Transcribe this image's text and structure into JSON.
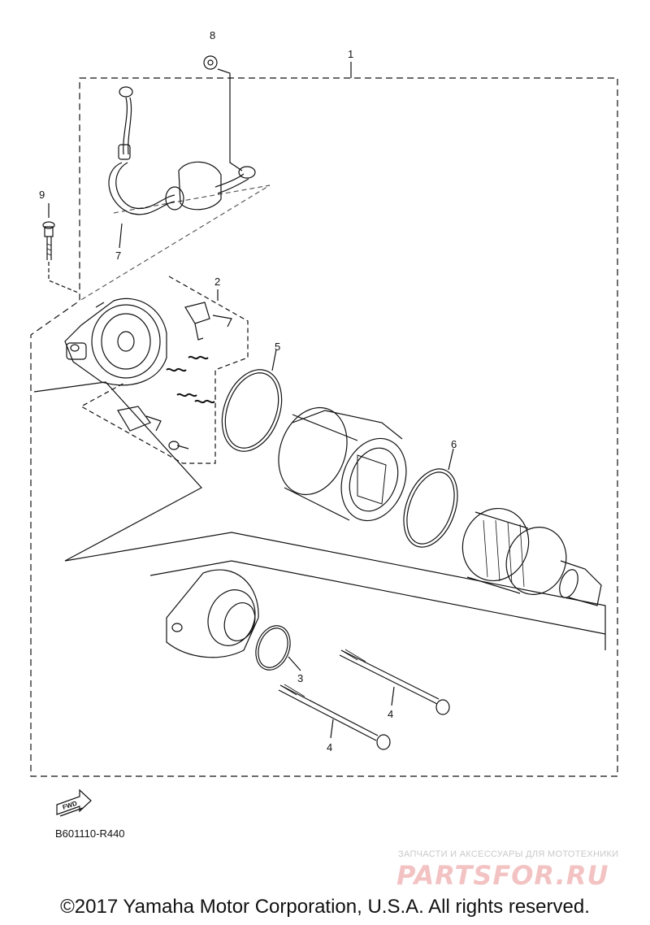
{
  "callouts": {
    "c1": "1",
    "c2": "2",
    "c3": "3",
    "c4a": "4",
    "c4b": "4",
    "c5": "5",
    "c6": "6",
    "c7": "7",
    "c8": "8",
    "c9": "9"
  },
  "fwd_label": "FWD",
  "diagram_code": "B601110-R440",
  "watermark": {
    "tagline": "ЗАПЧАСТИ И АКСЕССУАРЫ ДЛЯ МОТОТЕХНИКИ",
    "logo": "PARTSFOR.RU"
  },
  "copyright": "©2017 Yamaha Motor Corporation, U.S.A. All rights reserved."
}
